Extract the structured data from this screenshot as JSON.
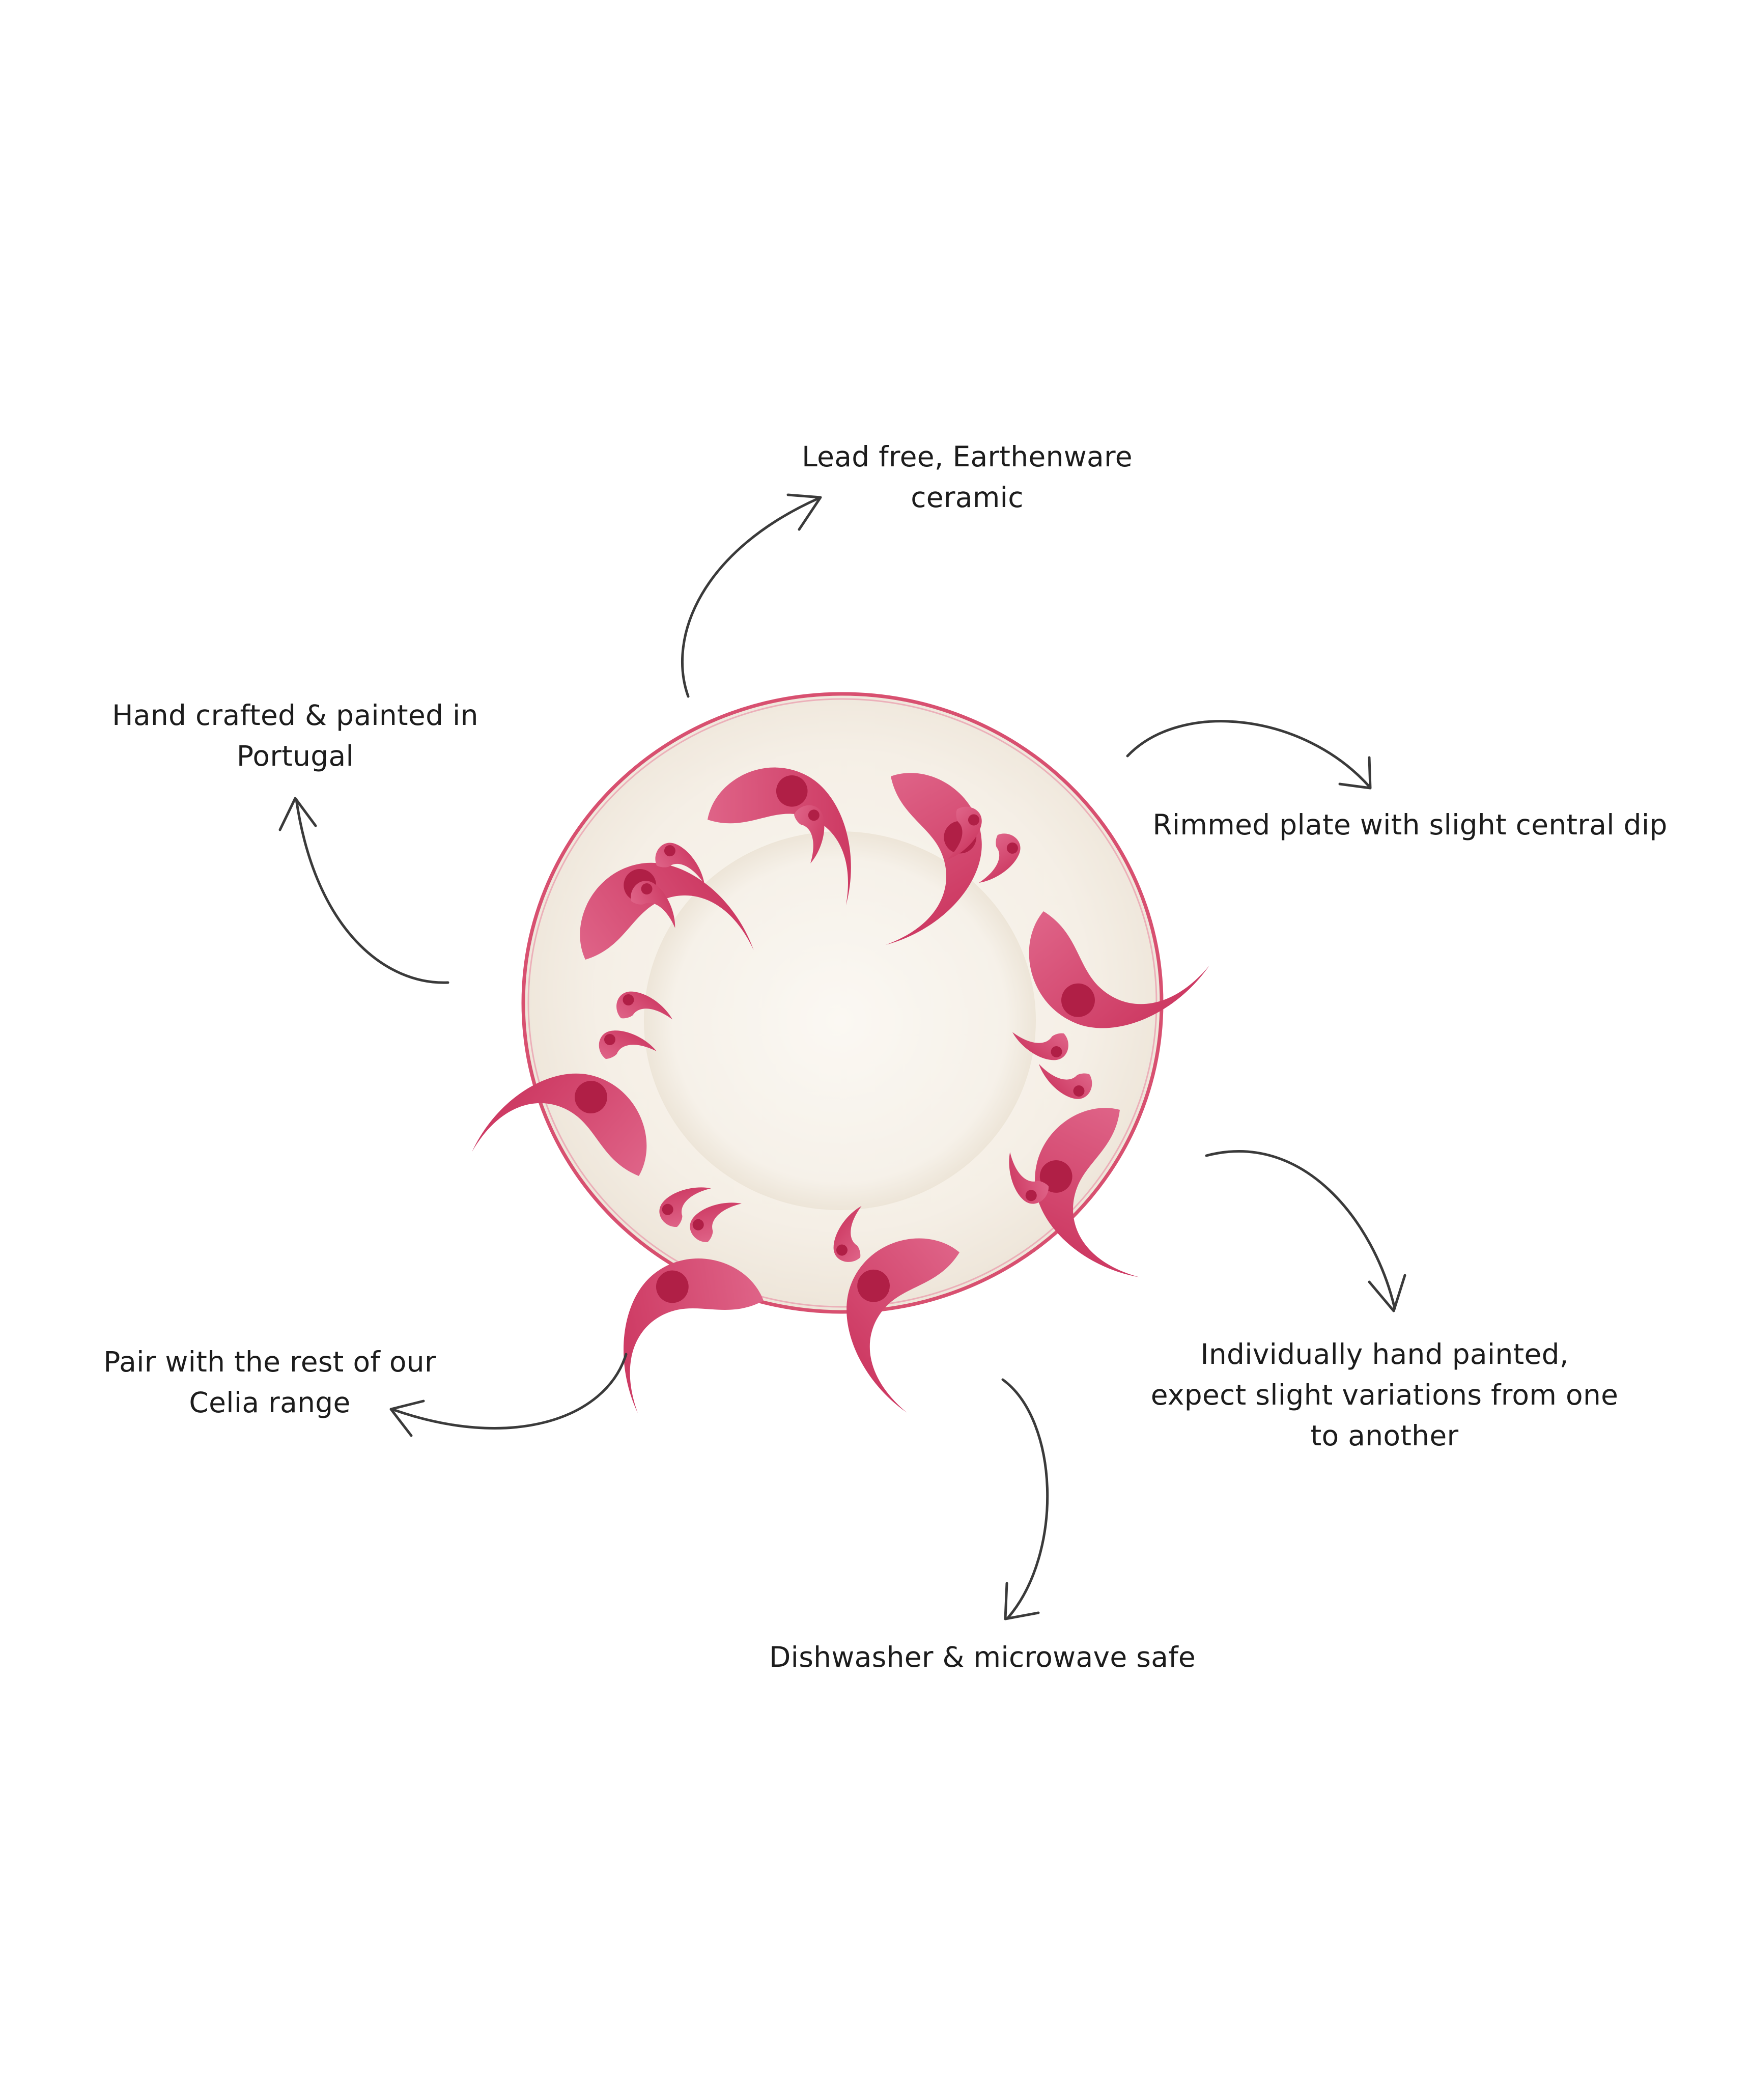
{
  "features": {
    "lead_free": {
      "line1": "Lead free, Earthenware",
      "line2": "ceramic"
    },
    "hand_crafted": {
      "line1": "Hand crafted & painted in",
      "line2": "Portugal"
    },
    "rimmed": {
      "line1": "Rimmed plate with slight central dip"
    },
    "pair": {
      "line1": "Pair with the rest of our",
      "line2": "Celia range"
    },
    "hand_painted": {
      "line1": "Individually hand painted,",
      "line2": "expect slight variations from one",
      "line3": "to another"
    },
    "dishwasher": {
      "line1": "Dishwasher & microwave safe"
    }
  },
  "colors": {
    "text": "#1c1c1c",
    "arrow": "#3a3a3a",
    "plate_glaze": "#f6f1ea",
    "plate_pattern": "#d54a6c",
    "plate_pattern_dark": "#b5234a"
  }
}
